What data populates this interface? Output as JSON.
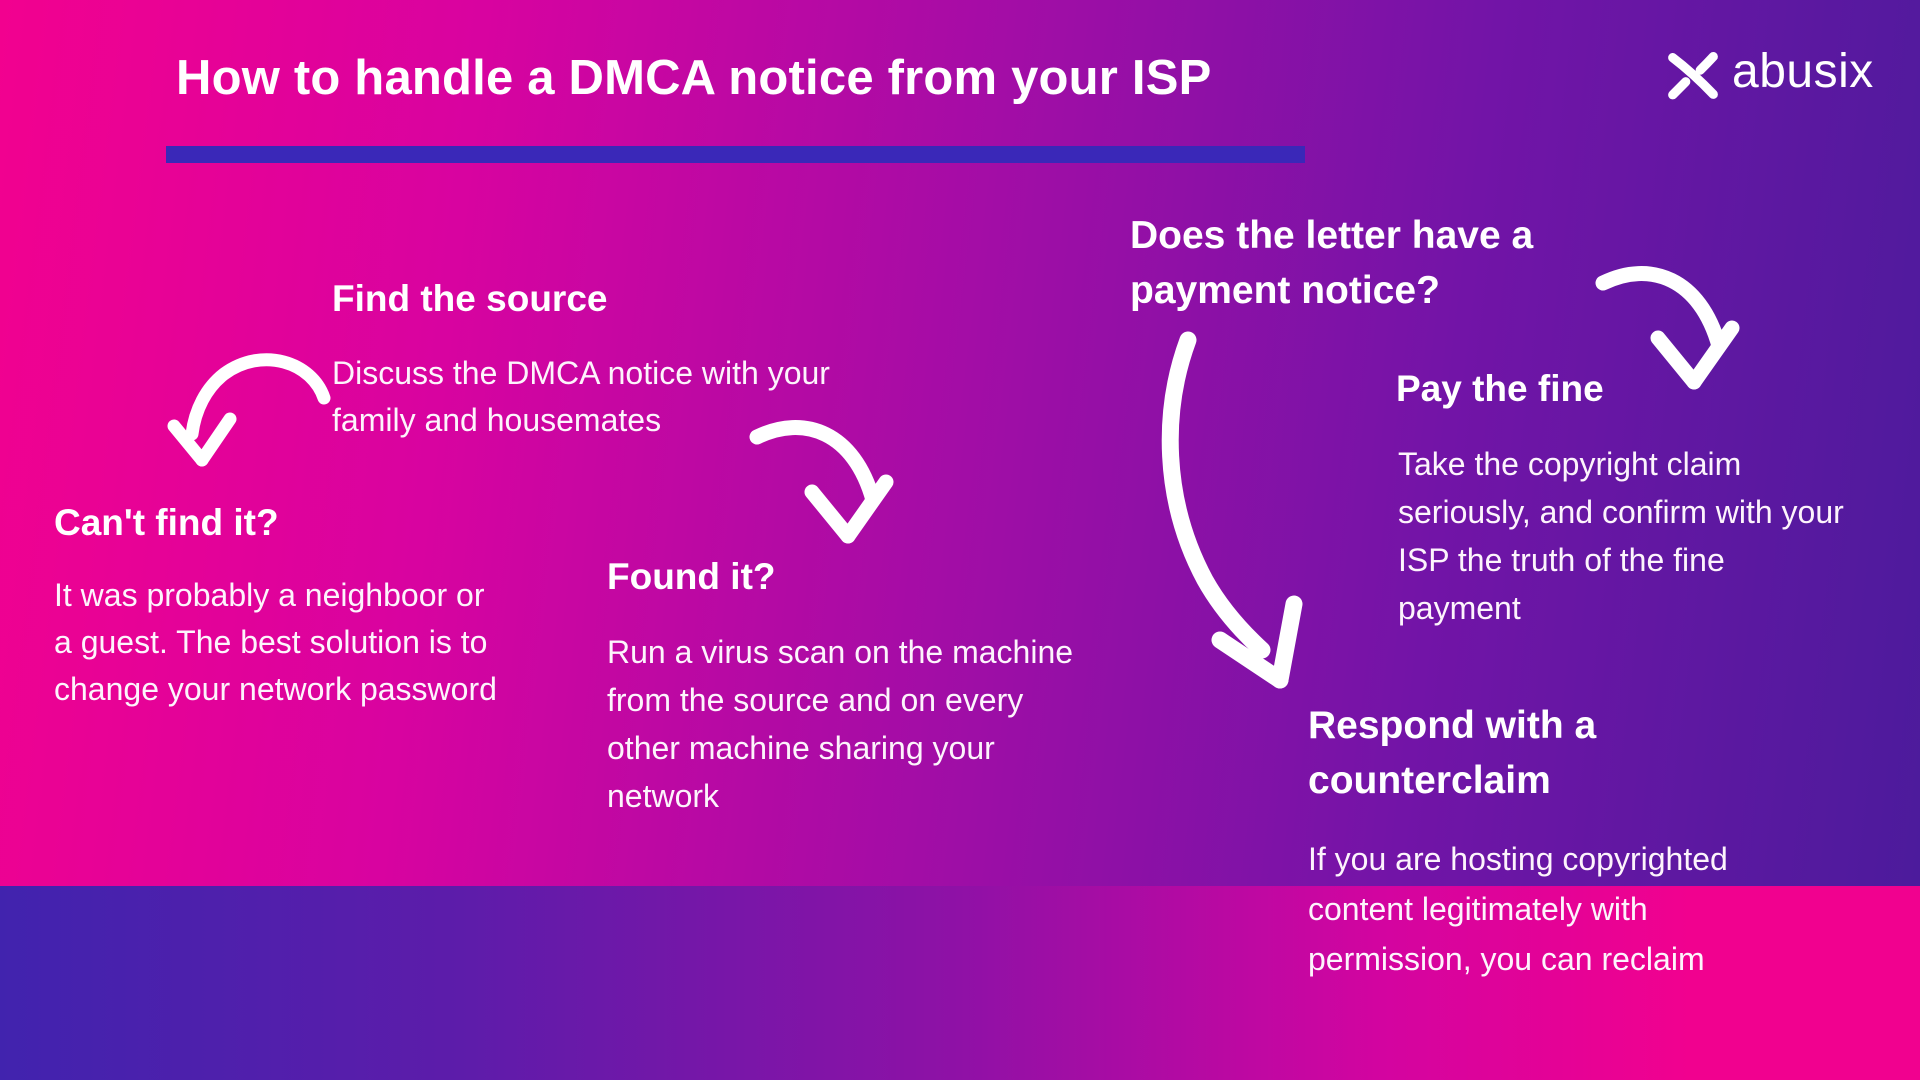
{
  "title": "How to handle a DMCA notice from your ISP",
  "logo": {
    "text": "abusix",
    "icon": "abusix-x-mark"
  },
  "colors": {
    "bg_left_pink": "#f1018f",
    "bg_right_purple": "#4c1b9c",
    "band_left_indigo": "#4123ae",
    "accent_bar_blue": "#3a28b8",
    "text_white": "#ffffff",
    "arrow_white": "#ffffff"
  },
  "sections": {
    "find_source": {
      "heading": "Find the source",
      "body": "Discuss the DMCA notice with your\nfamily and housemates"
    },
    "cant_find": {
      "heading": "Can't find it?",
      "body": "It was probably a neighboor or\na guest. The best solution is to\nchange your network password"
    },
    "found_it": {
      "heading": "Found it?",
      "body": "Run a virus scan on the machine\nfrom the source and on every\nother machine sharing your\nnetwork"
    },
    "payment_notice": {
      "heading": "Does the letter have a\npayment notice?"
    },
    "pay_fine": {
      "heading": "Pay the fine",
      "body": "Take the copyright claim\nseriously, and confirm with your\nISP the truth of the fine\npayment"
    },
    "counterclaim": {
      "heading": "Respond with a\ncounterclaim",
      "body": "If you are hosting copyrighted\ncontent legitimately with\npermission, you can reclaim"
    }
  }
}
